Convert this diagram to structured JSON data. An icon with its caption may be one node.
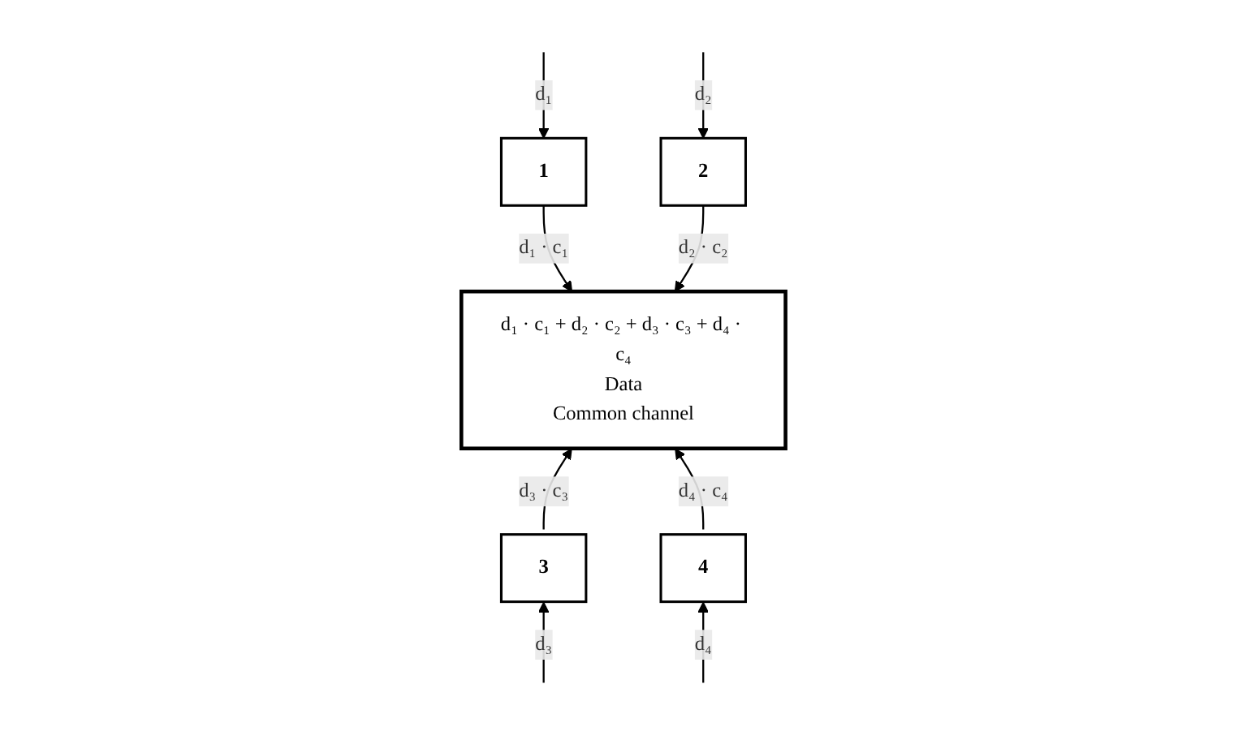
{
  "diagram": {
    "nodes": [
      {
        "text": [
          "1"
        ]
      },
      {
        "text": [
          "2"
        ]
      },
      {
        "text": [
          "d₁ · c₁ + d₂ · c₂ + d₃ · c₃ + d₄ · c₄",
          "Data",
          "Common channel"
        ]
      },
      {
        "text": [
          "3"
        ]
      },
      {
        "text": [
          "4"
        ]
      }
    ],
    "edges": [
      {
        "from": null,
        "to": 0,
        "arrow": "to",
        "label": "d₁"
      },
      {
        "from": 0,
        "to": 2,
        "arrow": "to",
        "label": "d₁ · c₁"
      },
      {
        "from": null,
        "to": 1,
        "arrow": "to",
        "label": "d₂"
      },
      {
        "from": 1,
        "to": 2,
        "arrow": "to",
        "label": "d₂ · c₂"
      },
      {
        "from": null,
        "to": 3,
        "arrow": "to",
        "label": "d₃"
      },
      {
        "from": 3,
        "to": 2,
        "arrow": "to",
        "label": "d₃ · c₃"
      },
      {
        "from": null,
        "to": 4,
        "arrow": "to",
        "label": "d₄"
      },
      {
        "from": 4,
        "to": 2,
        "arrow": "to",
        "label": "d₄ · c₄"
      }
    ]
  }
}
